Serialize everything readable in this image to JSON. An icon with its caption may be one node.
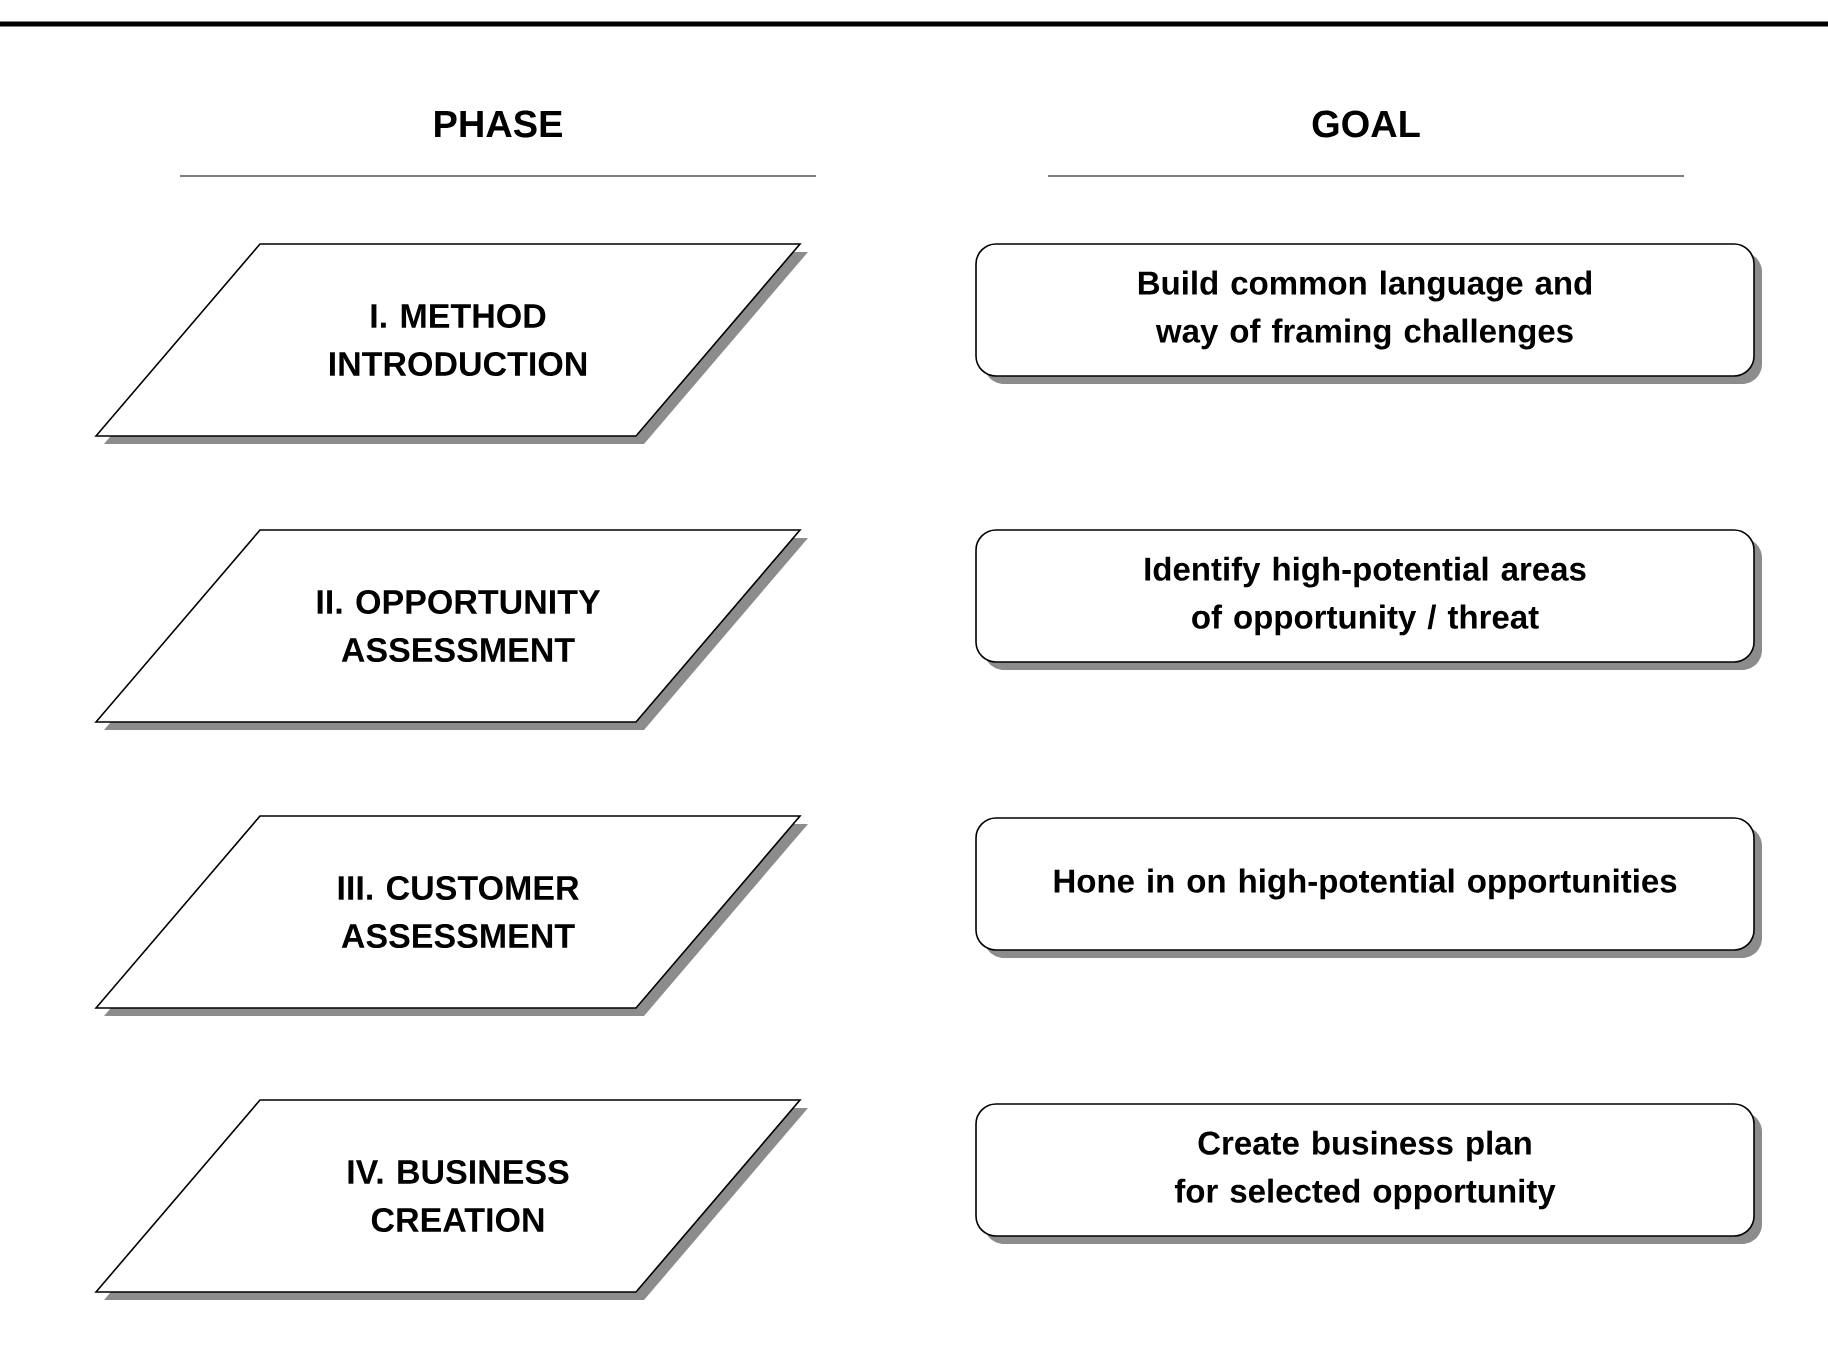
{
  "diagram": {
    "nodes": [
      {
        "text": [
          "I. METHOD INTRODUCTION"
        ]
      },
      {
        "text": [
          "Build common language and way of framing challenges"
        ]
      },
      {
        "text": [
          "II. OPPORTUNITY ASSESSMENT"
        ]
      },
      {
        "text": [
          "Identify high-potential areas of opportunity / threat"
        ]
      },
      {
        "text": [
          "III. CUSTOMER ASSESSMENT"
        ]
      },
      {
        "text": [
          "Hone in on high-potential opportunities"
        ]
      },
      {
        "text": [
          "IV. BUSINESS CREATION"
        ]
      },
      {
        "text": [
          "Create business plan for selected opportunity"
        ]
      }
    ],
    "labels": [
      "PHASE",
      "GOAL"
    ]
  }
}
